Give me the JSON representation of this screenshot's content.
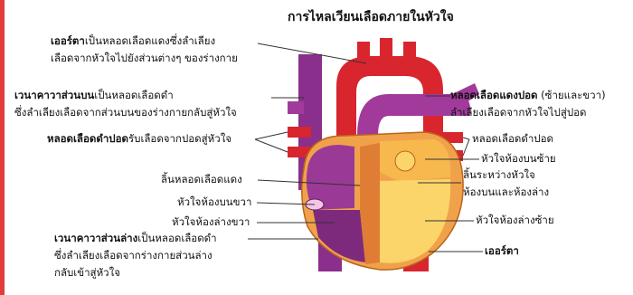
{
  "title": "การไหลเวียนเลือดภายในหัวใจ",
  "colors": {
    "artery_red": "#d8252e",
    "vein_purple": "#8a2f8c",
    "heart_orange": "#f4a23a",
    "heart_yellow": "#fbd56a",
    "pointer": "#333333"
  },
  "labels": {
    "aorta": {
      "term": "เออร์ตา",
      "desc1": "เป็นหลอดเลือดแดงซึ่งลำเลียง",
      "desc2": "เลือดจากหัวใจไปยังส่วนต่างๆ ของร่างกาย"
    },
    "svc": {
      "term": "เวนาคาวาส่วนบน",
      "desc1": "เป็นหลอดเลือดดำ",
      "desc2": "ซึ่งลำเลียงเลือดจากส่วนบนของร่างกายกลับสู่หัวใจ"
    },
    "pulm_vein_left": {
      "term": "หลอดเลือดดำปอด",
      "desc1": "รับเลือดจากปอดสู่หัวใจ"
    },
    "pulm_artery": {
      "term": "หลอดเลือดแดงปอด",
      "desc1": " (ซ้ายและขวา)",
      "desc2": "ลำเลียงเลือดจากหัวใจไปสู่ปอด"
    },
    "pulm_vein_right": "หลอดเลือดดำปอด",
    "left_atrium": "หัวใจห้องบนซ้าย",
    "mitral_valve": {
      "line1": "ลิ้นระหว่างหัวใจ",
      "line2": "ห้องบนและห้องล่าง"
    },
    "pulm_valve": "ลิ้นหลอดเลือดแดง",
    "right_atrium": "หัวใจห้องบนขวา",
    "right_ventricle": "หัวใจห้องล่างขวา",
    "left_ventricle": "หัวใจห้องล่างซ้าย",
    "ivc": {
      "term": "เวนาคาวาส่วนล่าง",
      "desc1": "เป็นหลอดเลือดดำ",
      "desc2": "ซึ่งลำเลียงเลือดจากร่างกายส่วนล่าง",
      "desc3": "กลับเข้าสู่หัวใจ"
    },
    "aorta_bottom": "เออร์ตา"
  }
}
